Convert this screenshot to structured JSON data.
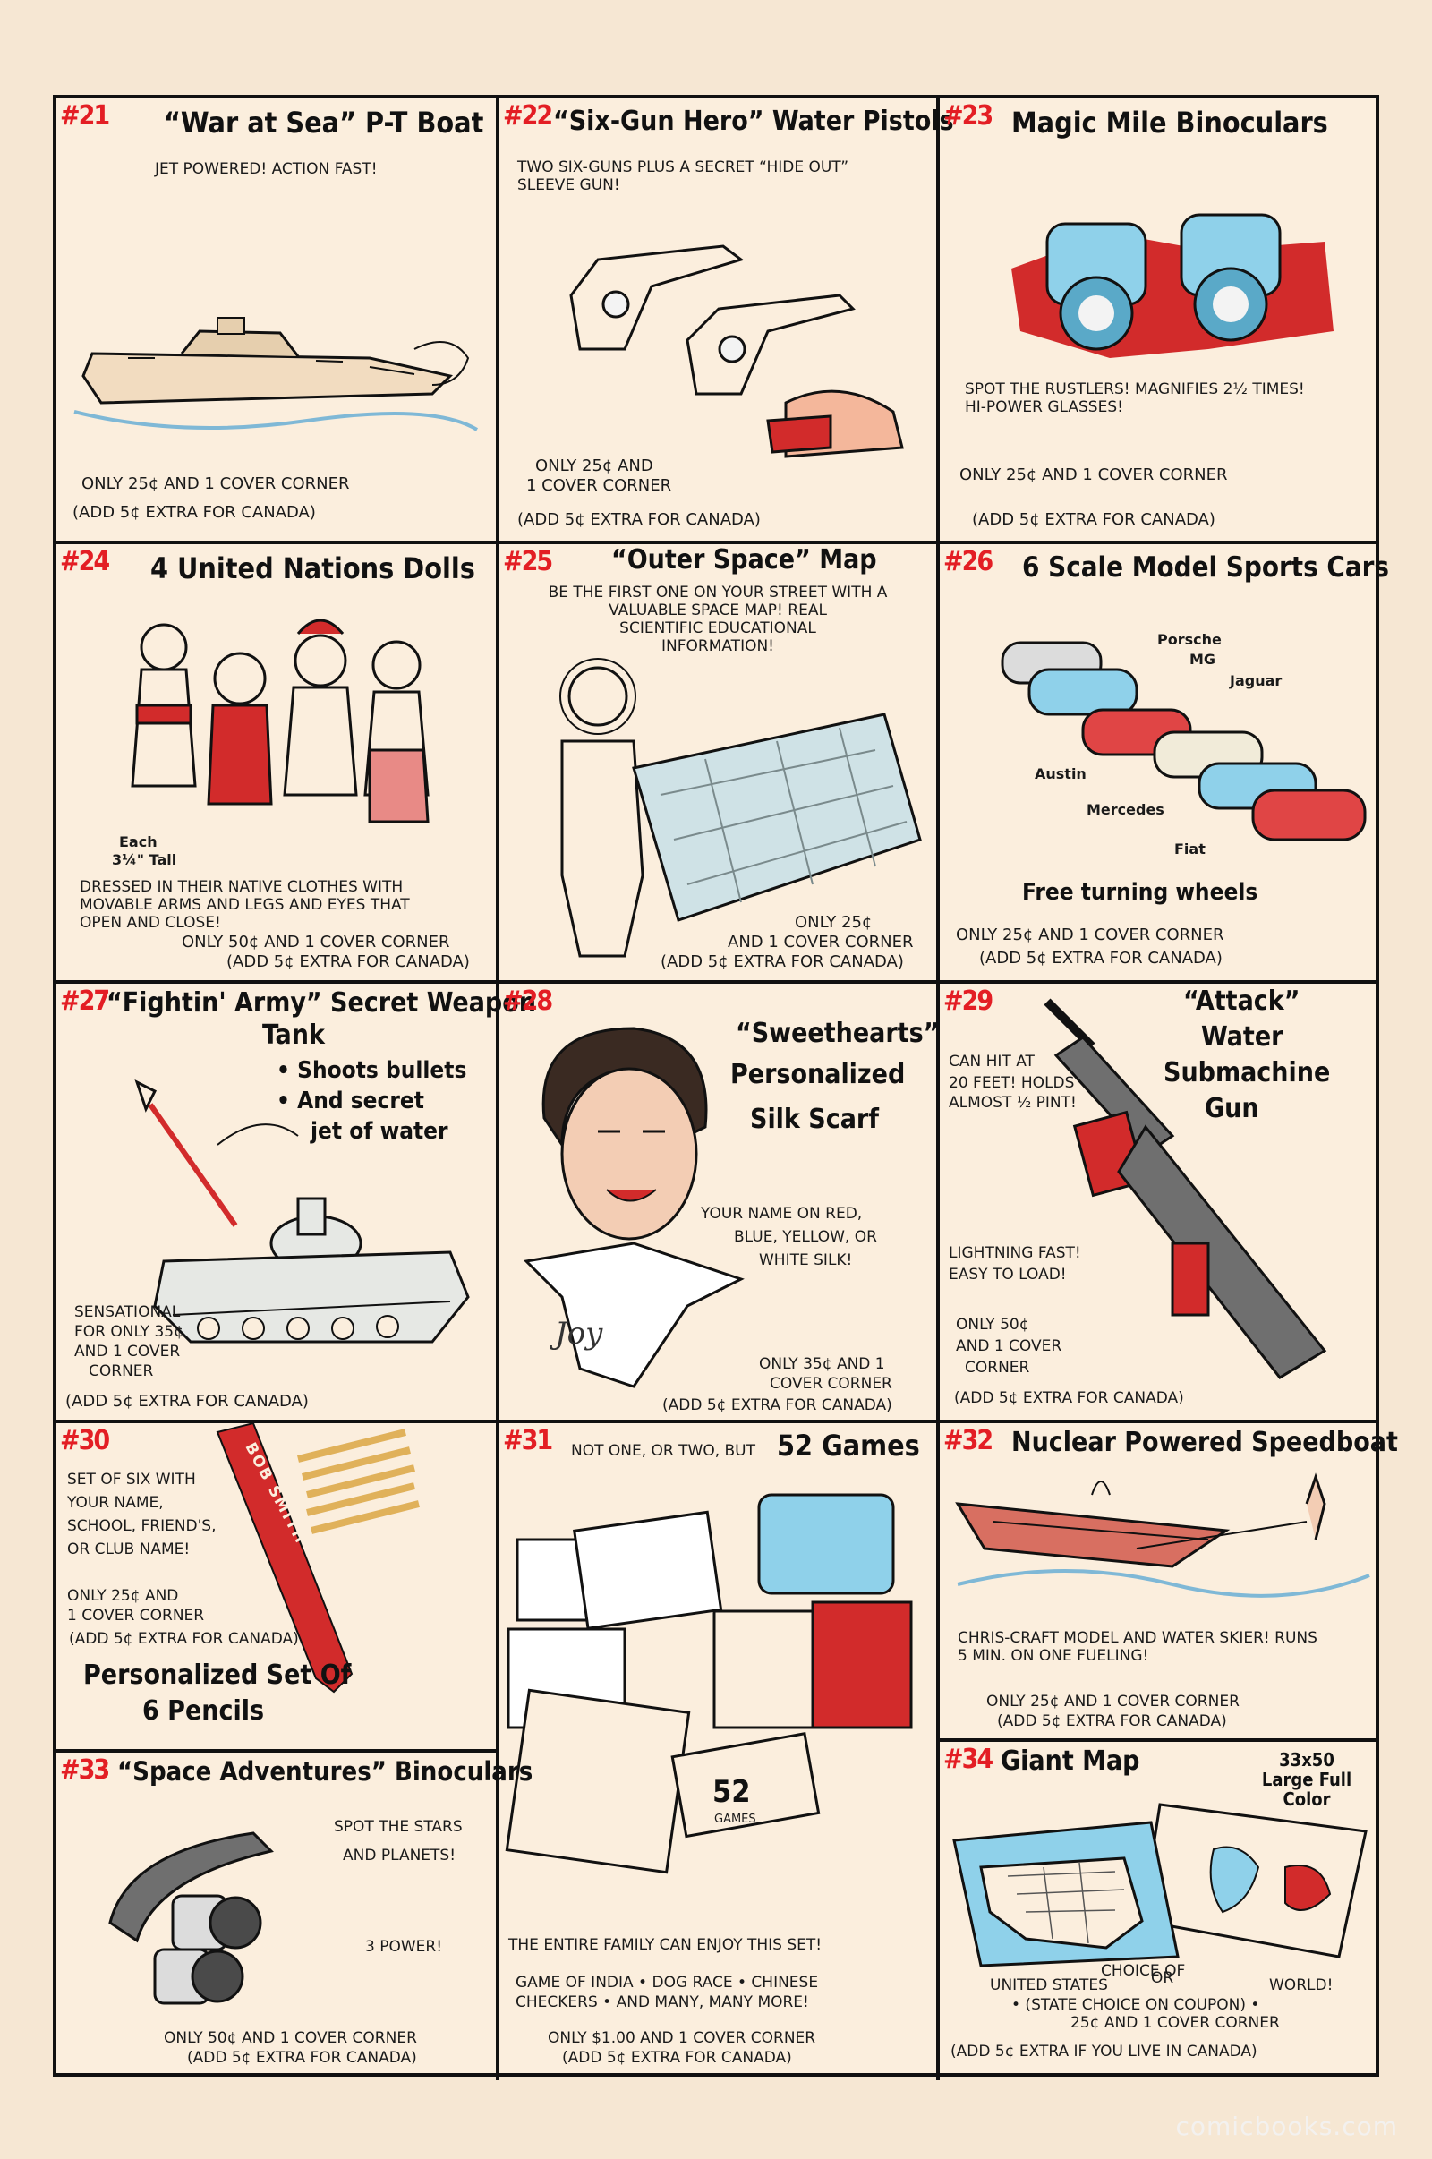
{
  "watermark": "comicbooks.com",
  "offers": {
    "o21": {
      "num": "#21",
      "title": "“War at Sea” P-T Boat",
      "tagline": "JET POWERED!   ACTION FAST!",
      "price": "ONLY 25¢ AND 1 COVER CORNER",
      "canada": "(ADD 5¢ EXTRA FOR CANADA)"
    },
    "o22": {
      "num": "#22",
      "title": "“Six-Gun Hero” Water Pistols",
      "desc_line1": "TWO SIX-GUNS PLUS A SECRET “HIDE OUT”",
      "desc_line2": "SLEEVE GUN!",
      "price_line1": "ONLY 25¢ AND",
      "price_line2": "1 COVER CORNER",
      "canada": "(ADD 5¢ EXTRA FOR CANADA)"
    },
    "o23": {
      "num": "#23",
      "title": "Magic Mile Binoculars",
      "desc_line1": "SPOT THE RUSTLERS! MAGNIFIES 2½ TIMES!",
      "desc_line2": "HI-POWER GLASSES!",
      "price": "ONLY 25¢ AND 1 COVER CORNER",
      "canada": "(ADD 5¢ EXTRA FOR CANADA)"
    },
    "o24": {
      "num": "#24",
      "title": "4 United Nations Dolls",
      "size_line1": "Each",
      "size_line2": "3¼\" Tall",
      "desc_line1": "DRESSED IN THEIR NATIVE CLOTHES WITH",
      "desc_line2": "MOVABLE ARMS AND LEGS AND EYES THAT",
      "desc_line3": "OPEN AND CLOSE!",
      "price": "ONLY 50¢ AND 1 COVER CORNER",
      "canada": "(ADD 5¢ EXTRA FOR CANADA)"
    },
    "o25": {
      "num": "#25",
      "title": "“Outer Space” Map",
      "desc_line1": "BE THE FIRST ONE ON YOUR STREET WITH A",
      "desc_line2": "VALUABLE SPACE MAP! REAL",
      "desc_line3": "SCIENTIFIC EDUCATIONAL",
      "desc_line4": "INFORMATION!",
      "price_line1": "ONLY 25¢",
      "price_line2": "AND 1 COVER CORNER",
      "canada": "(ADD 5¢ EXTRA FOR CANADA)"
    },
    "o26": {
      "num": "#26",
      "title": "6 Scale Model Sports Cars",
      "cars": [
        "Porsche",
        "MG",
        "Jaguar",
        "Austin",
        "Mercedes",
        "Fiat"
      ],
      "feature": "Free turning wheels",
      "price": "ONLY 25¢ AND 1 COVER CORNER",
      "canada": "(ADD 5¢ EXTRA FOR CANADA)"
    },
    "o27": {
      "num": "#27",
      "title_line1": "“Fightin' Army” Secret Weapon",
      "title_line2": "Tank",
      "bullet1": "Shoots bullets",
      "bullet2": "And secret",
      "bullet3": "jet of water",
      "promo_line1": "SENSATIONAL",
      "promo_line2": "FOR ONLY 35¢",
      "promo_line3": "AND 1 COVER",
      "promo_line4": "CORNER",
      "canada": "(ADD 5¢ EXTRA FOR CANADA)"
    },
    "o28": {
      "num": "#28",
      "title_line1": "“Sweethearts”",
      "title_line2": "Personalized",
      "title_line3": "Silk Scarf",
      "scarf_name": "Joy",
      "desc_line1": "YOUR NAME ON RED,",
      "desc_line2": "BLUE, YELLOW, OR",
      "desc_line3": "WHITE SILK!",
      "price_line1": "ONLY 35¢ AND 1",
      "price_line2": "COVER CORNER",
      "canada": "(ADD 5¢ EXTRA FOR CANADA)"
    },
    "o29": {
      "num": "#29",
      "title_line1": "“Attack”",
      "title_line2": "Water",
      "title_line3": "Submachine",
      "title_line4": "Gun",
      "desc_line1": "CAN HIT AT",
      "desc_line2": "20 FEET! HOLDS",
      "desc_line3": "ALMOST ½ PINT!",
      "desc_line4": "LIGHTNING FAST!",
      "desc_line5": "EASY TO LOAD!",
      "price_line1": "ONLY 50¢",
      "price_line2": "AND 1 COVER",
      "price_line3": "CORNER",
      "canada": "(ADD 5¢ EXTRA FOR CANADA)"
    },
    "o30": {
      "num": "#30",
      "pencil_name": "BOB SMITH",
      "desc_line1": "SET OF SIX WITH",
      "desc_line2": "YOUR NAME,",
      "desc_line3": "SCHOOL, FRIEND'S,",
      "desc_line4": "OR CLUB NAME!",
      "price_line1": "ONLY 25¢ AND",
      "price_line2": "1 COVER CORNER",
      "canada": "(ADD 5¢ EXTRA FOR CANADA)",
      "title_line1": "Personalized Set Of",
      "title_line2": "6 Pencils"
    },
    "o31": {
      "num": "#31",
      "lead": "NOT ONE, OR TWO, BUT",
      "title": "52 Games",
      "box_label": "52",
      "box_sub": "GAMES",
      "desc_line1": "THE ENTIRE FAMILY CAN ENJOY THIS SET!",
      "desc_line2": "GAME OF INDIA • DOG RACE • CHINESE",
      "desc_line3": "CHECKERS • AND MANY, MANY MORE!",
      "price": "ONLY $1.00 AND 1 COVER CORNER",
      "canada": "(ADD 5¢ EXTRA FOR CANADA)"
    },
    "o32": {
      "num": "#32",
      "title": "Nuclear Powered Speedboat",
      "desc_line1": "CHRIS-CRAFT MODEL AND WATER SKIER! RUNS",
      "desc_line2": "5 MIN. ON ONE FUELING!",
      "price": "ONLY 25¢ AND 1 COVER CORNER",
      "canada": "(ADD 5¢ EXTRA FOR CANADA)"
    },
    "o33": {
      "num": "#33",
      "title": "“Space Adventures” Binoculars",
      "desc_line1": "SPOT THE STARS",
      "desc_line2": "AND PLANETS!",
      "power": "3 POWER!",
      "price": "ONLY 50¢ AND 1 COVER CORNER",
      "canada": "(ADD 5¢ EXTRA FOR CANADA)"
    },
    "o34": {
      "num": "#34",
      "title": "Giant Map",
      "size_line1": "33x50",
      "size_line2": "Large Full",
      "size_line3": "Color",
      "choice_line1": "CHOICE OF",
      "choice_line2": "UNITED STATES",
      "choice_or": "OR",
      "choice_line3": "WORLD!",
      "choice_line4": "• (STATE CHOICE ON COUPON) •",
      "price": "25¢ AND 1 COVER CORNER",
      "canada": "(ADD 5¢ EXTRA IF YOU LIVE IN CANADA)"
    }
  }
}
